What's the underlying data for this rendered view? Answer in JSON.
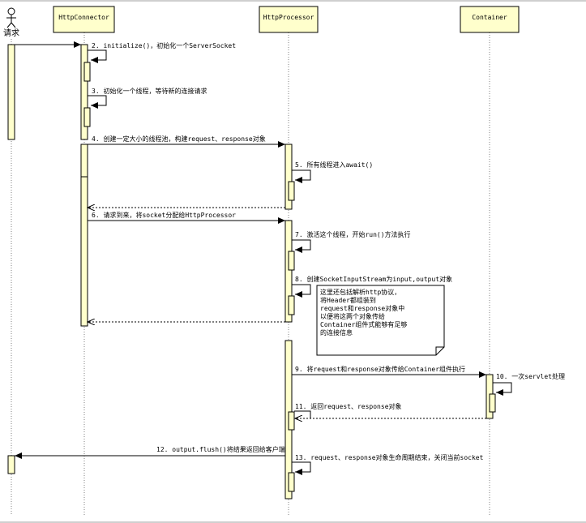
{
  "actors": {
    "user": "请求",
    "connector": "HttpConnector",
    "processor": "HttpProcessor",
    "container": "Container"
  },
  "messages": {
    "m2": "2. initialize()，初始化一个ServerSocket",
    "m3": "3. 初始化一个线程，等待新的连接请求",
    "m4": "4. 创建一定大小的线程池，构建request、response对象",
    "m5": "5. 所有线程进入await()",
    "m6": "6. 请求到来，将socket分配给HttpProcessor",
    "m7": "7. 激活这个线程，开始run()方法执行",
    "m8": "8. 创建SocketInputStream为input,output对象",
    "m9": "9. 将request和response对象传给Container组件执行",
    "m10": "10. 一次servlet处理",
    "m11": "11. 返回request、response对象",
    "m12": "12. output.flush()将结果返回给客户端",
    "m13": "13. request、response对象生命周期结束，关闭当前socket"
  },
  "note": {
    "lines": [
      "这里还包括解析http协议，",
      "将Header都组装到",
      "request和response对象中",
      "以便将这两个对象传给",
      "Container组件式能够有足够",
      "的连接信息"
    ]
  },
  "colors": {
    "actor_box_fill": "#ffffcc",
    "activation_fill": "#ffffcc",
    "lifeline": "#808080",
    "line": "#000000"
  }
}
